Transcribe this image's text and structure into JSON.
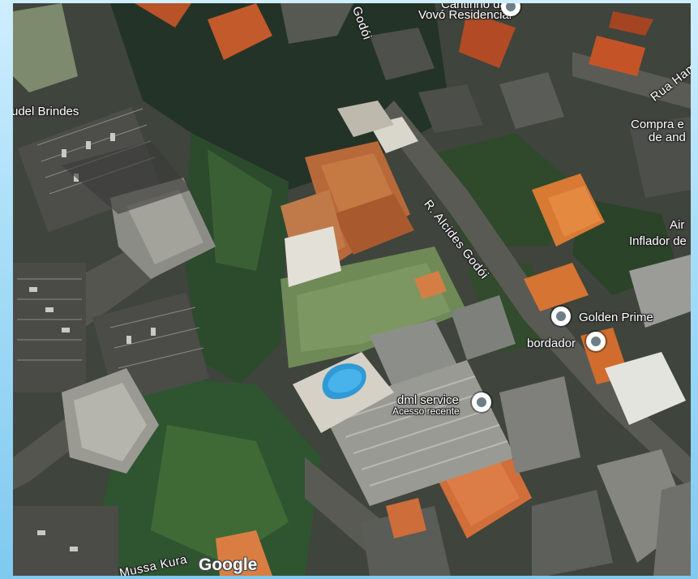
{
  "map": {
    "type": "satellite",
    "provider_logo": "Google"
  },
  "labels": {
    "residencial_line1": "Cantinho da",
    "residencial_line2": "Vovó Residencial",
    "godoi_top": "Godói",
    "rua_ham": "Rua Ham",
    "brindes": "udel Brindes",
    "compra_line1": "Compra e",
    "compra_line2": "de and",
    "air_line1": "Air",
    "air_line2": "Inflador de",
    "street_alcides": "R. Alcides Godói",
    "golden_prime": "Golden Prime",
    "bordador": "bordador",
    "dml_service": "dml service",
    "dml_sub": "Acesso recente",
    "mussa": "Mussa Kura"
  },
  "colors": {
    "label_text": "#ffffff",
    "pin_fill": "#ffffff",
    "pin_center": "#6d7f86",
    "frame": "#8fd0f2"
  }
}
